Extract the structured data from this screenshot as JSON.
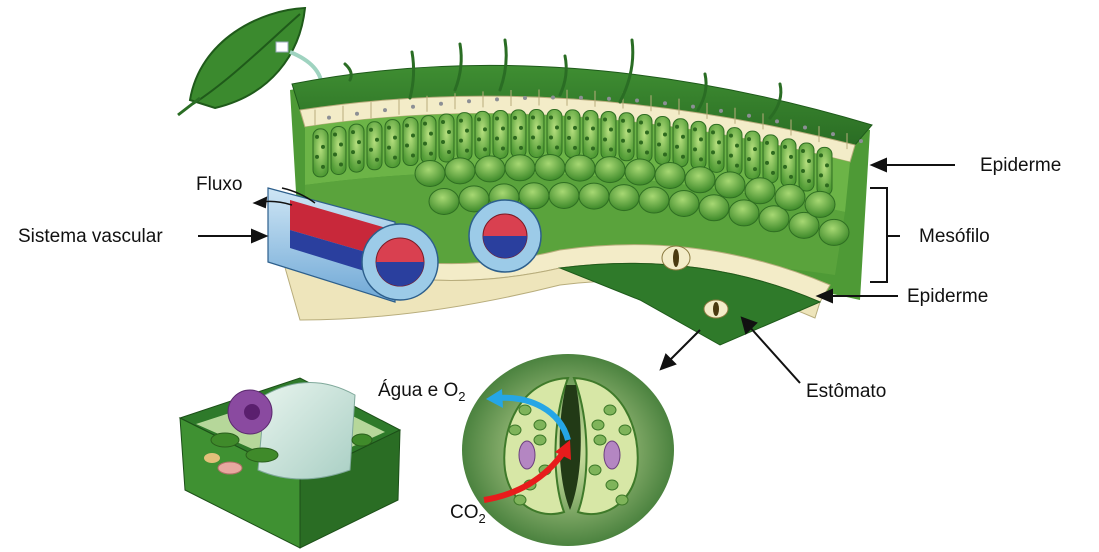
{
  "labels": {
    "epiderme_top": "Epiderme",
    "mesofilo": "Mesófilo",
    "epiderme_bottom": "Epiderme",
    "fluxo": "Fluxo",
    "sistema_vascular": "Sistema vascular",
    "estomato": "Estômato",
    "agua_o2_main": "Água e O",
    "agua_o2_sub": "2",
    "co2_main": "CO",
    "co2_sub": "2"
  },
  "colors": {
    "leaf_dark": "#2f7a2a",
    "leaf_mid": "#5fae3d",
    "leaf_light": "#9fd36a",
    "epidermis": "#f3ecc8",
    "vascular_blue": "#9ccbe8",
    "xylem_red": "#c8283a",
    "phloem_blue": "#2a3f9e",
    "arrow_out": "#25a6e6",
    "arrow_in": "#e81c1c"
  }
}
